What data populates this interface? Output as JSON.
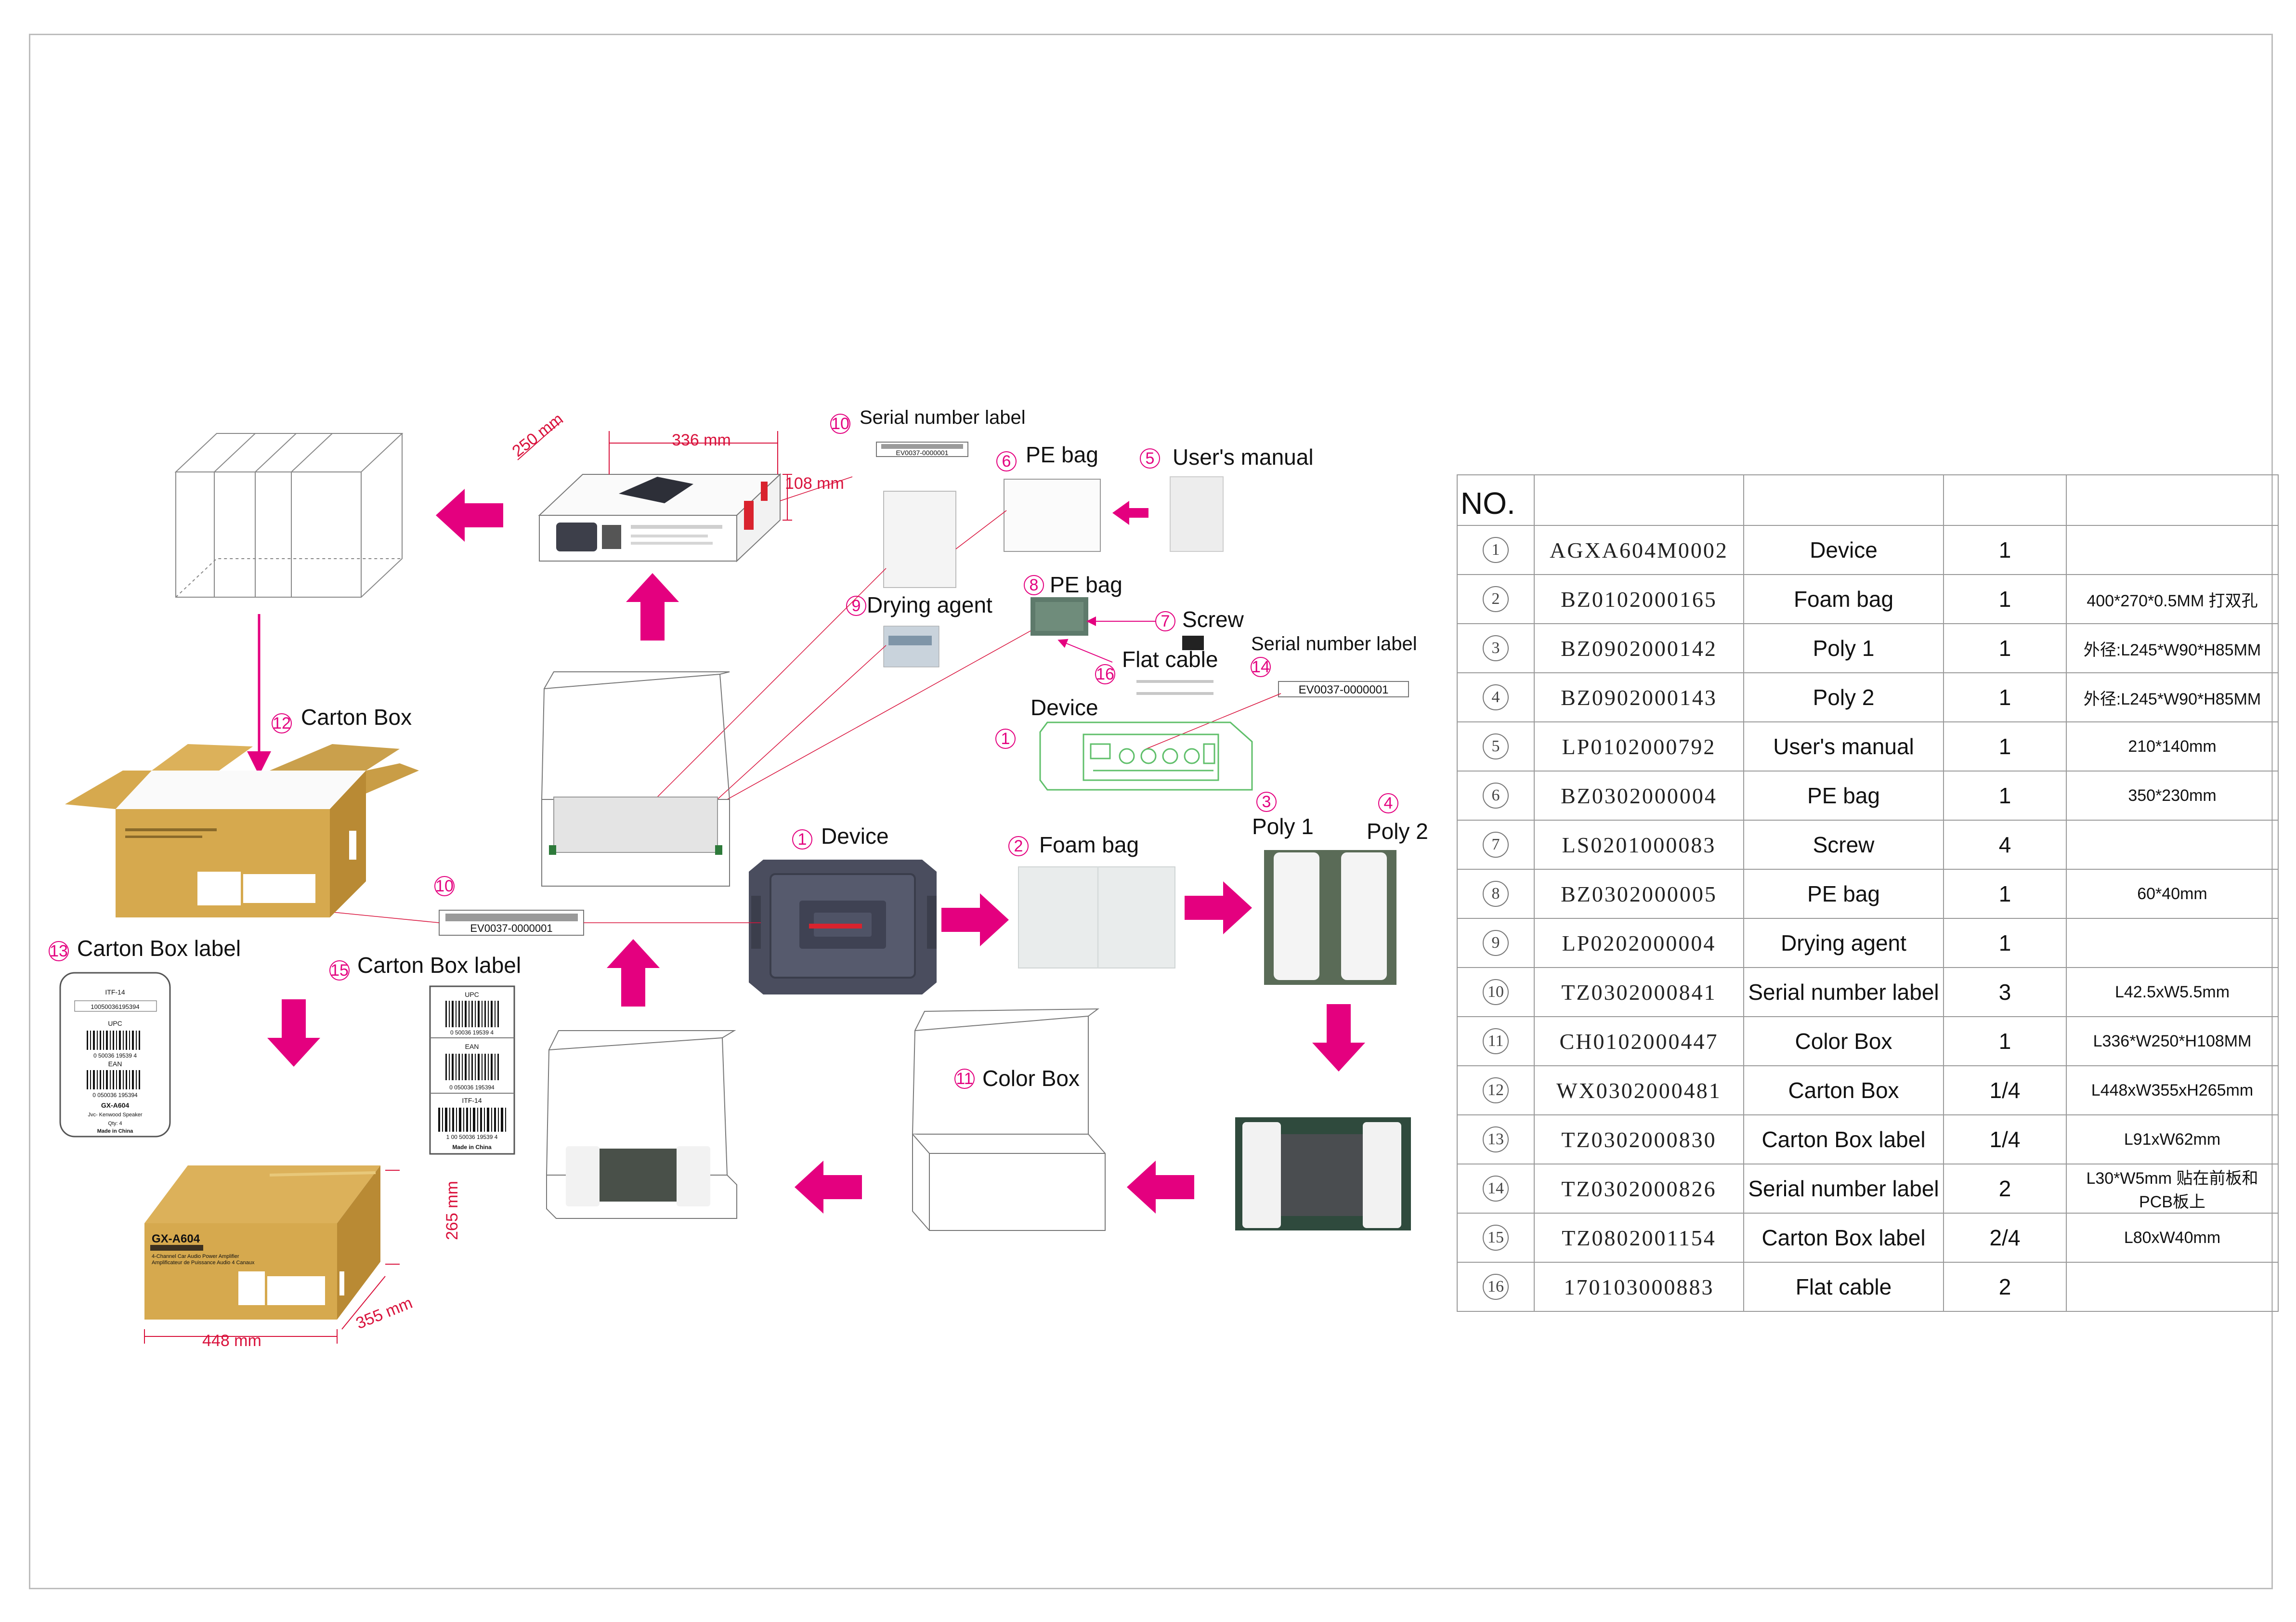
{
  "labels": {
    "serial_number_label_top": "Serial number label",
    "pe_bag_5": "PE bag",
    "users_manual": "User's manual",
    "pe_bag_8": "PE bag",
    "drying_agent": "Drying agent",
    "screw": "Screw",
    "flat_cable": "Flat cable",
    "serial_number_label_14": "Serial number label",
    "device_small": "Device",
    "carton_box": "Carton  Box",
    "device_main": "Device",
    "foam_bag": "Foam  bag",
    "poly1": "Poly 1",
    "poly2": "Poly 2",
    "carton_box_label_13": "Carton  Box  label",
    "carton_box_label_15": "Carton  Box  label",
    "color_box": "Color  Box"
  },
  "callouts": {
    "n10_top": "10",
    "n6": "6",
    "n5": "5",
    "n8": "8",
    "n9": "9",
    "n7": "7",
    "n16": "16",
    "n14": "14",
    "n1_small": "1",
    "n12": "12",
    "n1_main": "1",
    "n2": "2",
    "n3": "3",
    "n4": "4",
    "n10_mid": "10",
    "n13": "13",
    "n15": "15",
    "n11": "11"
  },
  "serials": {
    "top": "EV0037-0000001",
    "right": "EV0037-0000001",
    "mid": "EV0037-0000001"
  },
  "dimensions": {
    "color_box_width": "336 mm",
    "color_box_depth": "250 mm",
    "color_box_height": "108 mm",
    "carton_width": "448 mm",
    "carton_depth": "355 mm",
    "carton_height": "265 mm"
  },
  "carton_print": {
    "model": "GX-A604",
    "line1": "4-Channel Car Audio Power Amplifier",
    "line2": "Amplificateur de Puissance Audio 4 Canaux"
  },
  "label13": {
    "itf": "ITF-14",
    "itf_code": "10050036195394",
    "upc": "UPC",
    "upc_code": "0 50036 19539 4",
    "ean": "EAN",
    "ean_code": "0 050036 195394",
    "model": "GX-A604",
    "brand": "Jvc- Kenwood Speaker",
    "qty": "Qty: 4",
    "made": "Made in China"
  },
  "label15": {
    "upc": "UPC",
    "upc_code": "0 50036 19539 4",
    "ean": "EAN",
    "ean_code": "0 050036 195394",
    "itf": "ITF-14",
    "itf_code": "1 00 50036 19539 4",
    "made": "Made in China"
  },
  "bom": {
    "header": "NO.",
    "rows": [
      {
        "no": "1",
        "code": "AGXA604M0002",
        "name": "Device",
        "qty": "1",
        "spec": ""
      },
      {
        "no": "2",
        "code": "BZ0102000165",
        "name": "Foam  bag",
        "qty": "1",
        "spec": "400*270*0.5MM  打双孔"
      },
      {
        "no": "3",
        "code": "BZ0902000142",
        "name": "Poly 1",
        "qty": "1",
        "spec": "外径:L245*W90*H85MM"
      },
      {
        "no": "4",
        "code": "BZ0902000143",
        "name": "Poly 2",
        "qty": "1",
        "spec": "外径:L245*W90*H85MM"
      },
      {
        "no": "5",
        "code": "LP0102000792",
        "name": "User's manual",
        "qty": "1",
        "spec": "210*140mm"
      },
      {
        "no": "6",
        "code": "BZ0302000004",
        "name": "PE bag",
        "qty": "1",
        "spec": "350*230mm"
      },
      {
        "no": "7",
        "code": "LS0201000083",
        "name": "Screw",
        "qty": "4",
        "spec": ""
      },
      {
        "no": "8",
        "code": "BZ0302000005",
        "name": "PE bag",
        "qty": "1",
        "spec": "60*40mm"
      },
      {
        "no": "9",
        "code": "LP0202000004",
        "name": "Drying agent",
        "qty": "1",
        "spec": ""
      },
      {
        "no": "10",
        "code": "TZ0302000841",
        "name": "Serial number label",
        "qty": "3",
        "spec": "L42.5xW5.5mm"
      },
      {
        "no": "11",
        "code": "CH0102000447",
        "name": "Color  Box",
        "qty": "1",
        "spec": "L336*W250*H108MM"
      },
      {
        "no": "12",
        "code": "WX0302000481",
        "name": "Carton  Box",
        "qty": "1/4",
        "spec": "L448xW355xH265mm"
      },
      {
        "no": "13",
        "code": "TZ0302000830",
        "name": "Carton  Box  label",
        "qty": "1/4",
        "spec": "L91xW62mm"
      },
      {
        "no": "14",
        "code": "TZ0302000826",
        "name": "Serial number label",
        "qty": "2",
        "spec": "L30*W5mm  贴在前板和PCB板上"
      },
      {
        "no": "15",
        "code": "TZ0802001154",
        "name": "Carton  Box  label",
        "qty": "2/4",
        "spec": "L80xW40mm"
      },
      {
        "no": "16",
        "code": "170103000883",
        "name": "Flat cable",
        "qty": "2",
        "spec": ""
      }
    ]
  },
  "colors": {
    "arrow": "#e4007f",
    "callout": "#e4007f",
    "dimension": "#d9123c",
    "carton": "#d6a94e",
    "carton_dark": "#b98a34",
    "device": "#4a4d5e",
    "device_outline": "#5fbf6a"
  }
}
